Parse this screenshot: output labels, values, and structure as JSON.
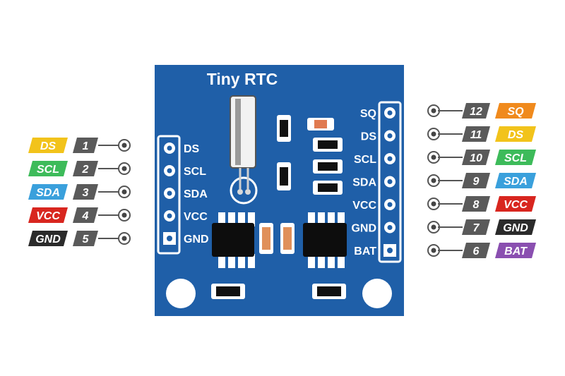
{
  "board": {
    "title": "Tiny RTC",
    "color": "#1f5fa8",
    "left_header": [
      "DS",
      "SCL",
      "SDA",
      "VCC",
      "GND"
    ],
    "right_header": [
      "SQ",
      "DS",
      "SCL",
      "SDA",
      "VCC",
      "GND",
      "BAT"
    ]
  },
  "left_pins": [
    {
      "name": "DS",
      "number": "1",
      "color": "#f2c31b"
    },
    {
      "name": "SCL",
      "number": "2",
      "color": "#3dbb5a"
    },
    {
      "name": "SDA",
      "number": "3",
      "color": "#3aa0dc"
    },
    {
      "name": "VCC",
      "number": "4",
      "color": "#d8261f"
    },
    {
      "name": "GND",
      "number": "5",
      "color": "#2b2b2b"
    }
  ],
  "right_pins": [
    {
      "name": "SQ",
      "number": "12",
      "color": "#f08a1d"
    },
    {
      "name": "DS",
      "number": "11",
      "color": "#f2c31b"
    },
    {
      "name": "SCL",
      "number": "10",
      "color": "#3dbb5a"
    },
    {
      "name": "SDA",
      "number": "9",
      "color": "#3aa0dc"
    },
    {
      "name": "VCC",
      "number": "8",
      "color": "#d8261f"
    },
    {
      "name": "GND",
      "number": "7",
      "color": "#2b2b2b"
    },
    {
      "name": "BAT",
      "number": "6",
      "color": "#8a4fb0"
    }
  ]
}
